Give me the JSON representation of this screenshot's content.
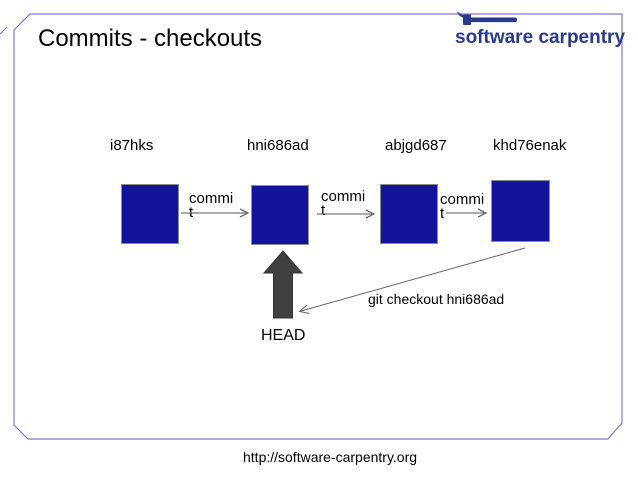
{
  "title": "Commits - checkouts",
  "logo": {
    "text": "software carpentry",
    "icon": "hammer-icon",
    "color": "#2b3a8f"
  },
  "footer": {
    "url": "http://software-carpentry.org"
  },
  "colors": {
    "slide_border": "#8577d1",
    "commit_square": "#13139c",
    "commit_square_border": "#8c8c8c",
    "head_arrow": "#404040",
    "connector_line": "#555555"
  },
  "diagram": {
    "commits": [
      {
        "id": "i87hks"
      },
      {
        "id": "hni686ad"
      },
      {
        "id": "abjgd687"
      },
      {
        "id": "khd76enak"
      }
    ],
    "edges": [
      {
        "label_line1": "commi",
        "label_line2": "t"
      },
      {
        "label_line1": "commi",
        "label_line2": "t"
      },
      {
        "label_line1": "commi",
        "label_line2": "t"
      }
    ],
    "head_label": "HEAD",
    "annotation": "git checkout hni686ad"
  }
}
